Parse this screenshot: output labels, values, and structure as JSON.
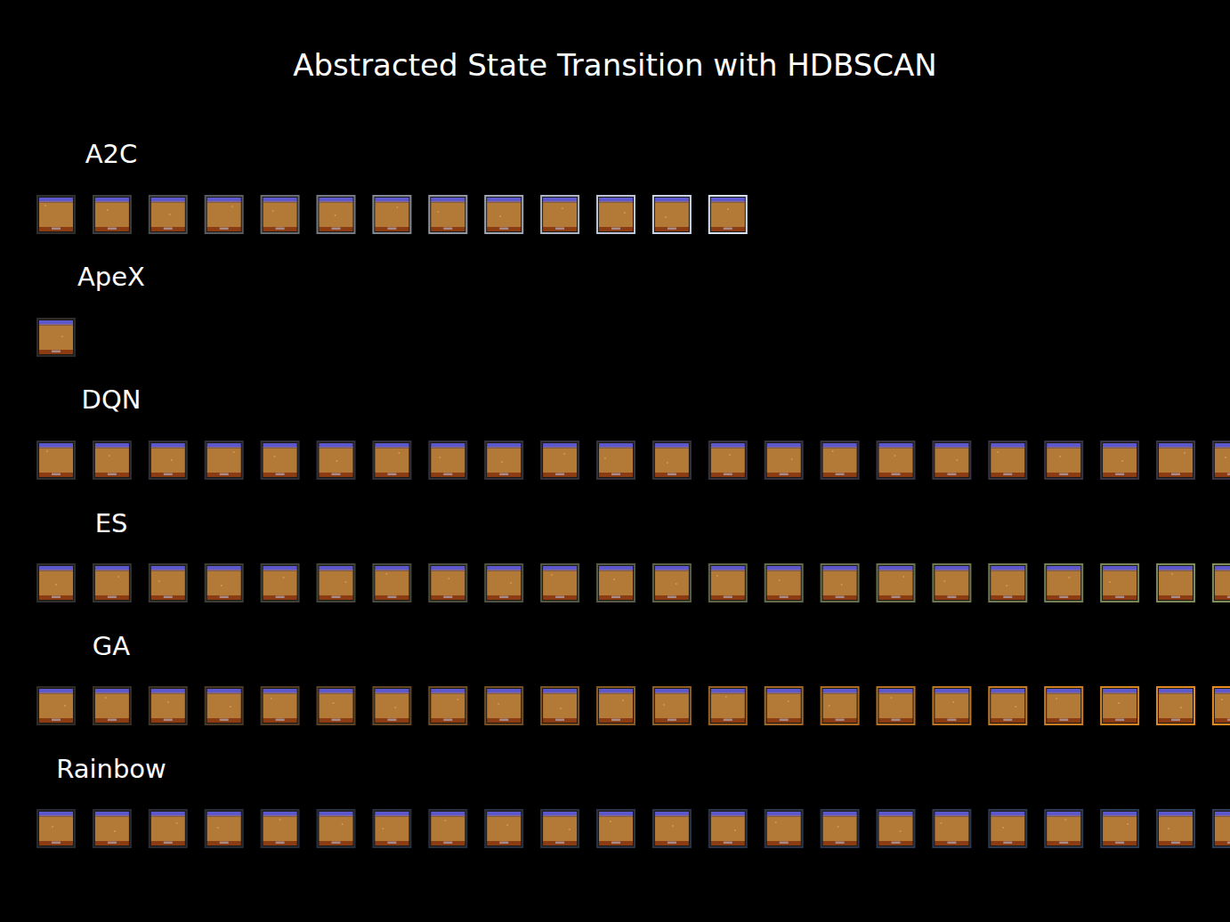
{
  "diagram": {
    "title": "Abstracted State Transition with HDBSCAN",
    "labels": [
      "A2C",
      "ApeX",
      "DQN",
      "ES",
      "GA",
      "Rainbow"
    ]
  }
}
